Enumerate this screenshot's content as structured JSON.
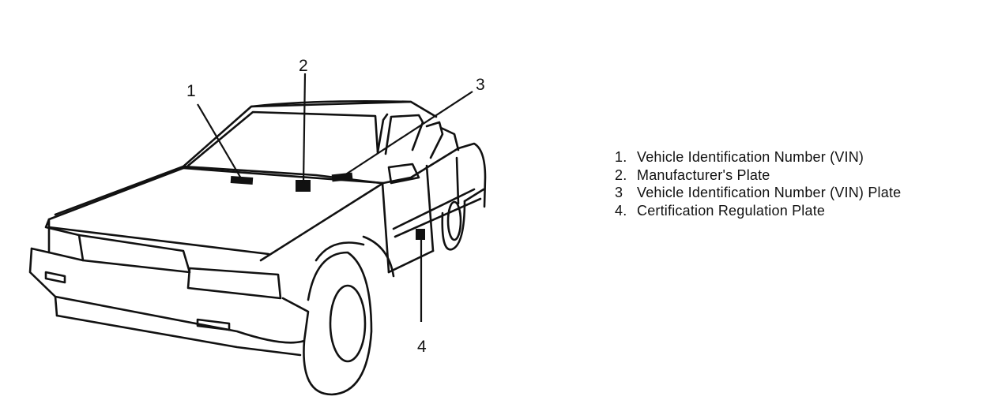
{
  "callouts": [
    "1",
    "2",
    "3",
    "4"
  ],
  "legend": [
    {
      "number": "1.",
      "text": "Vehicle Identification Number (VIN)"
    },
    {
      "number": "2.",
      "text": "Manufacturer's Plate"
    },
    {
      "number": "3",
      "text": "Vehicle Identification Number (VIN) Plate"
    },
    {
      "number": "4.",
      "text": "Certification Regulation Plate"
    }
  ],
  "icons": {
    "car": "car-line-drawing",
    "plate": "plate-rectangle"
  }
}
